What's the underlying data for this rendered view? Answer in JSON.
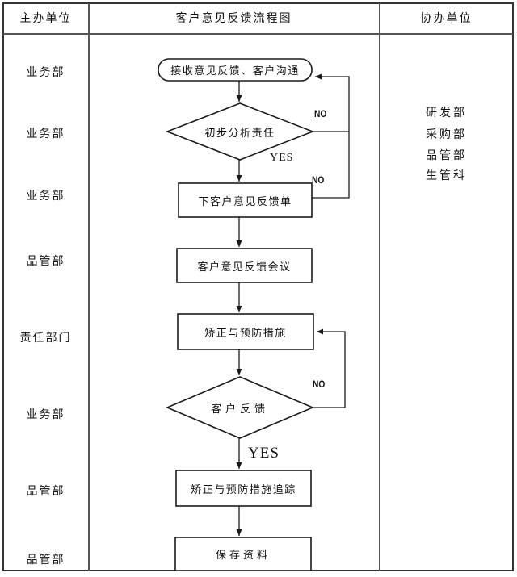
{
  "table": {
    "header": {
      "left": "主办单位",
      "center": "客户意见反馈流程图",
      "right": "协办单位"
    },
    "left_column": [
      "业务部",
      "业务部",
      "业务部",
      "品管部",
      "责任部门",
      "业务部",
      "品管部",
      "品管部"
    ],
    "right_column": [
      "研发部",
      "采购部",
      "品管部",
      "生管科"
    ]
  },
  "flowchart": {
    "nodes": {
      "start": "接收意见反馈、客户沟通",
      "decision1": "初步分析责任",
      "step2": "下客户意见反馈单",
      "step3": "客户意见反馈会议",
      "step4": "矫正与预防措施",
      "decision2": "客户反馈",
      "step5": "矫正与预防措施追踪",
      "step6": "保存资料"
    },
    "branch_labels": {
      "no1": "NO",
      "yes1": "YES",
      "no2": "NO",
      "no3": "NO",
      "yes2": "YES"
    }
  },
  "colors": {
    "flow_line": "#1a1a1a",
    "grid_line": "#555555",
    "background": "#ffffff"
  }
}
